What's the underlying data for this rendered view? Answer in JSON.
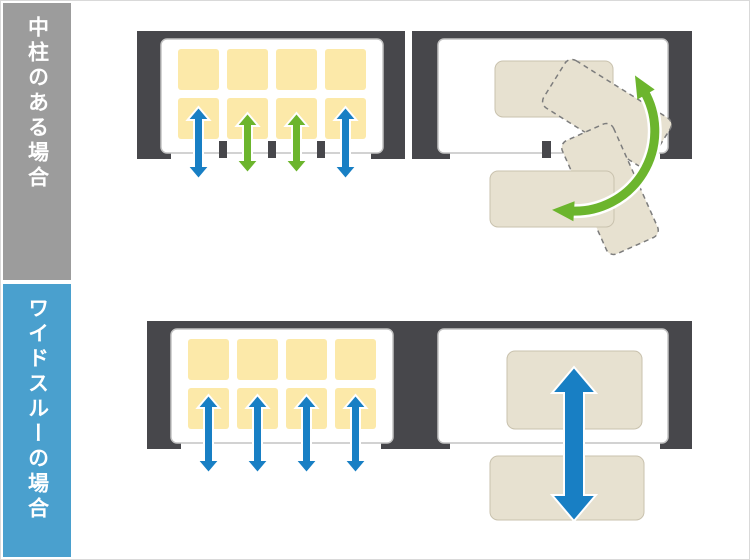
{
  "sections": [
    {
      "id": "center-pillar",
      "label": "中柱のある場合",
      "diagrams": {
        "left": "shed-plan-with-center-pillars",
        "right": "item-removal-requires-rotation"
      },
      "arrow_colors": [
        "blue",
        "green",
        "green",
        "blue"
      ]
    },
    {
      "id": "wide-through",
      "label": "ワイドスルーの場合",
      "diagrams": {
        "left": "shed-plan-wide-opening",
        "right": "item-removal-straight-out"
      },
      "arrow_colors": [
        "blue",
        "blue",
        "blue",
        "blue"
      ]
    }
  ],
  "icons": {
    "up-down-arrow": "↕",
    "rotation-arrow": "⤾",
    "pass-through-arrow": "↕"
  },
  "colors": {
    "sidebar-gray": "#9c9c9c",
    "sidebar-blue": "#4aa0ce",
    "frame-dark": "#47474b",
    "panel-border": "#c3c3c3",
    "cream": "#fce9a9",
    "beige": "#e7e1d0",
    "beige-border": "#c9c2ae",
    "dash-stroke": "#7d7d7d",
    "arrow-blue": "#187fc4",
    "arrow-green": "#6cb52d",
    "page-border": "#d9d9d9"
  }
}
